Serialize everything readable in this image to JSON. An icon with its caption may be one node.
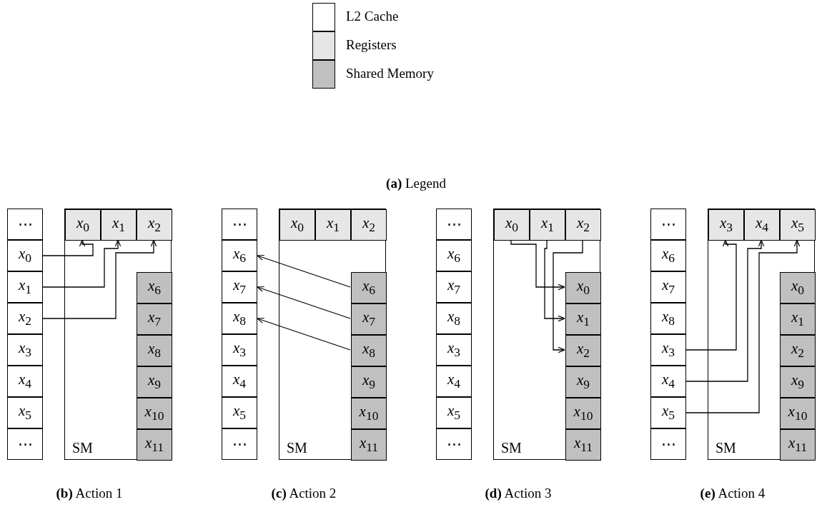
{
  "diagram": {
    "nodes": [
      {
        "text": [
          "⋯"
        ]
      },
      {
        "text": [
          "*x*$_{0}$"
        ]
      },
      {
        "text": [
          "*x*$_{1}$"
        ]
      },
      {
        "text": [
          "*x*$_{2}$"
        ]
      },
      {
        "text": [
          "*x*$_{3}$"
        ]
      },
      {
        "text": [
          "*x*$_{4}$"
        ]
      },
      {
        "text": [
          "*x*$_{5}$"
        ]
      },
      {
        "text": [
          "⋯"
        ]
      },
      {
        "text": [
          "SM"
        ]
      },
      {
        "text": [
          "*x*$_{0}$"
        ],
        "in": 8
      },
      {
        "text": [
          "*x*$_{1}$"
        ],
        "in": 8
      },
      {
        "text": [
          "*x*$_{2}$"
        ],
        "in": 8
      },
      {
        "text": [
          "*x*$_{6}$"
        ],
        "in": 8
      },
      {
        "text": [
          "*x*$_{7}$"
        ],
        "in": 8
      },
      {
        "text": [
          "*x*$_{8}$"
        ],
        "in": 8
      },
      {
        "text": [
          "*x*$_{9}$"
        ],
        "in": 8
      },
      {
        "text": [
          "*x*$_{10}$"
        ],
        "in": 8
      },
      {
        "text": [
          "*x*$_{11}$"
        ],
        "in": 8
      },
      {
        "text": [
          "⋯"
        ]
      },
      {
        "text": [
          "*x*$_{6}$"
        ]
      },
      {
        "text": [
          "*x*$_{7}$"
        ]
      },
      {
        "text": [
          "*x*$_{8}$"
        ]
      },
      {
        "text": [
          "*x*$_{3}$"
        ]
      },
      {
        "text": [
          "*x*$_{4}$"
        ]
      },
      {
        "text": [
          "*x*$_{5}$"
        ]
      },
      {
        "text": [
          "⋯"
        ]
      },
      {
        "text": [
          "SM"
        ]
      },
      {
        "text": [
          "*x*$_{0}$"
        ],
        "in": 26
      },
      {
        "text": [
          "*x*$_{1}$"
        ],
        "in": 26
      },
      {
        "text": [
          "*x*$_{2}$"
        ],
        "in": 26
      },
      {
        "text": [
          "*x*$_{6}$"
        ],
        "in": 26
      },
      {
        "text": [
          "*x*$_{7}$"
        ],
        "in": 26
      },
      {
        "text": [
          "*x*$_{8}$"
        ],
        "in": 26
      },
      {
        "text": [
          "*x*$_{9}$"
        ],
        "in": 26
      },
      {
        "text": [
          "*x*$_{10}$"
        ],
        "in": 26
      },
      {
        "text": [
          "*x*$_{11}$"
        ],
        "in": 26
      },
      {
        "text": [
          "⋯"
        ]
      },
      {
        "text": [
          "*x*$_{6}$"
        ]
      },
      {
        "text": [
          "*x*$_{7}$"
        ]
      },
      {
        "text": [
          "*x*$_{8}$"
        ]
      },
      {
        "text": [
          "*x*$_{3}$"
        ]
      },
      {
        "text": [
          "*x*$_{4}$"
        ]
      },
      {
        "text": [
          "*x*$_{5}$"
        ]
      },
      {
        "text": [
          "⋯"
        ]
      },
      {
        "text": [
          "SM"
        ]
      },
      {
        "text": [
          "*x*$_{0}$"
        ],
        "in": 44
      },
      {
        "text": [
          "*x*$_{1}$"
        ],
        "in": 44
      },
      {
        "text": [
          "*x*$_{2}$"
        ],
        "in": 44
      },
      {
        "text": [
          "*x*$_{0}$"
        ],
        "in": 44
      },
      {
        "text": [
          "*x*$_{1}$"
        ],
        "in": 44
      },
      {
        "text": [
          "*x*$_{2}$"
        ],
        "in": 44
      },
      {
        "text": [
          "*x*$_{9}$"
        ],
        "in": 44
      },
      {
        "text": [
          "*x*$_{10}$"
        ],
        "in": 44
      },
      {
        "text": [
          "*x*$_{11}$"
        ],
        "in": 44
      },
      {
        "text": [
          "⋯"
        ]
      },
      {
        "text": [
          "*x*$_{6}$"
        ]
      },
      {
        "text": [
          "*x*$_{7}$"
        ]
      },
      {
        "text": [
          "*x*$_{8}$"
        ]
      },
      {
        "text": [
          "*x*$_{3}$"
        ]
      },
      {
        "text": [
          "*x*$_{4}$"
        ]
      },
      {
        "text": [
          "*x*$_{5}$"
        ]
      },
      {
        "text": [
          "⋯"
        ]
      },
      {
        "text": [
          "SM"
        ]
      },
      {
        "text": [
          "*x*$_{3}$"
        ],
        "in": 62
      },
      {
        "text": [
          "*x*$_{4}$"
        ],
        "in": 62
      },
      {
        "text": [
          "*x*$_{5}$"
        ],
        "in": 62
      },
      {
        "text": [
          "*x*$_{0}$"
        ],
        "in": 62
      },
      {
        "text": [
          "*x*$_{1}$"
        ],
        "in": 62
      },
      {
        "text": [
          "*x*$_{2}$"
        ],
        "in": 62
      },
      {
        "text": [
          "*x*$_{9}$"
        ],
        "in": 62
      },
      {
        "text": [
          "*x*$_{10}$"
        ],
        "in": 62
      },
      {
        "text": [
          "*x*$_{11}$"
        ],
        "in": 62
      }
    ],
    "edges": [
      {
        "from": 1,
        "to": 9,
        "arrow": "to"
      },
      {
        "from": 2,
        "to": 10,
        "arrow": "to"
      },
      {
        "from": 3,
        "to": 11,
        "arrow": "to"
      },
      {
        "from": 30,
        "to": 19,
        "arrow": "to"
      },
      {
        "from": 31,
        "to": 20,
        "arrow": "to"
      },
      {
        "from": 32,
        "to": 21,
        "arrow": "to"
      },
      {
        "from": 45,
        "to": 48,
        "arrow": "to"
      },
      {
        "from": 46,
        "to": 49,
        "arrow": "to"
      },
      {
        "from": 47,
        "to": 50,
        "arrow": "to"
      },
      {
        "from": 58,
        "to": 63,
        "arrow": "to"
      },
      {
        "from": 59,
        "to": 64,
        "arrow": "to"
      },
      {
        "from": 60,
        "to": 65,
        "arrow": "to"
      }
    ],
    "labels": [
      "**(a)** Legend",
      "**(b)** Action 1",
      "**(c)** Action 2",
      "**(d)** Action 3",
      "**(e)** Action 4"
    ],
    "legend": [
      {
        "text": "L2 Cache",
        "color": "#ffffff"
      },
      {
        "text": "Registers",
        "color": "#e6e6e6"
      },
      {
        "text": "Shared Memory",
        "color": "#c0c0c0"
      }
    ]
  }
}
